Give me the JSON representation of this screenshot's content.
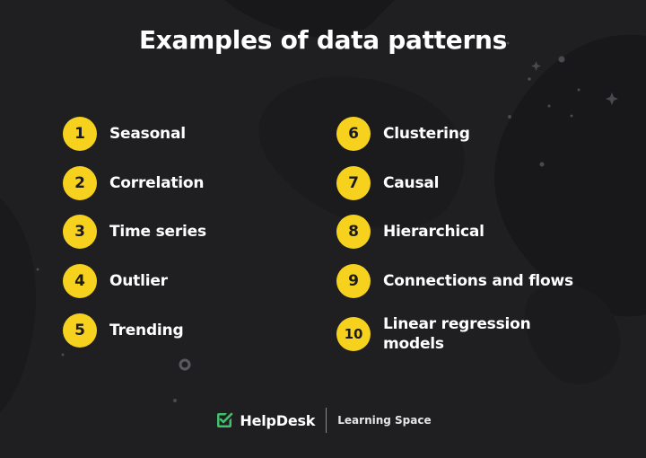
{
  "title": "Examples of data patterns",
  "left_items": [
    {
      "number": "1",
      "label": "Seasonal"
    },
    {
      "number": "2",
      "label": "Correlation"
    },
    {
      "number": "3",
      "label": "Time series"
    },
    {
      "number": "4",
      "label": "Outlier"
    },
    {
      "number": "5",
      "label": "Trending"
    }
  ],
  "right_items": [
    {
      "number": "6",
      "label": "Clustering"
    },
    {
      "number": "7",
      "label": "Causal"
    },
    {
      "number": "8",
      "label": "Hierarchical"
    },
    {
      "number": "9",
      "label": "Connections and flows"
    },
    {
      "number": "10",
      "label_line1": "Linear regression",
      "label_line2": "models"
    }
  ],
  "footer": {
    "brand": "HelpDesk",
    "subbrand": "Learning Space"
  },
  "colors": {
    "background": "#1f1f22",
    "badge": "#f6d21e",
    "logo_accent": "#3fc26b",
    "text": "#ffffff"
  },
  "icons": {
    "logo": "check-square-icon"
  }
}
